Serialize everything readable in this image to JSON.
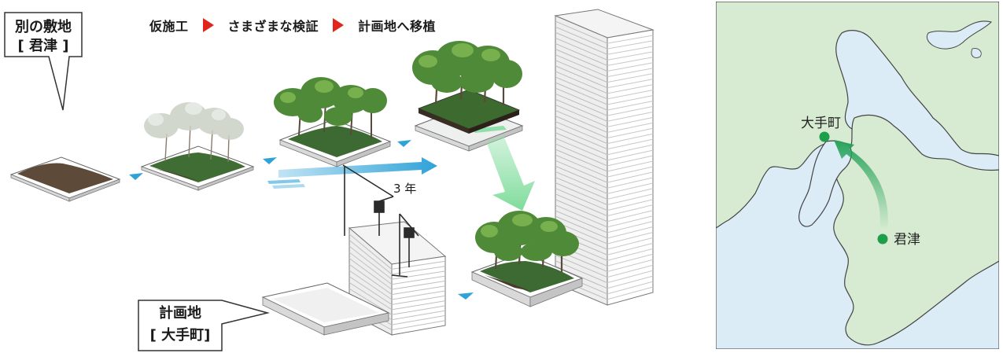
{
  "bubbles": {
    "source_site_line1": "別の敷地",
    "source_site_line2": "[ 君津 ]",
    "plan_site_line1": "計画地",
    "plan_site_line2": "[ 大手町]"
  },
  "steps": [
    "仮施工",
    "さまざまな検証",
    "計画地へ移植"
  ],
  "duration_label": "3 年",
  "map": {
    "destination_label": "大手町",
    "origin_label": "君津"
  },
  "colors": {
    "step_arrow": "#e0261b",
    "timeline_arrow": "#2fa3d8",
    "transplant_arrow": "#8fe0a8",
    "land": "#d6ebd1",
    "sea": "#dcecf7",
    "map_arrow": "#27a35a",
    "map_dot": "#1e9e4a"
  }
}
